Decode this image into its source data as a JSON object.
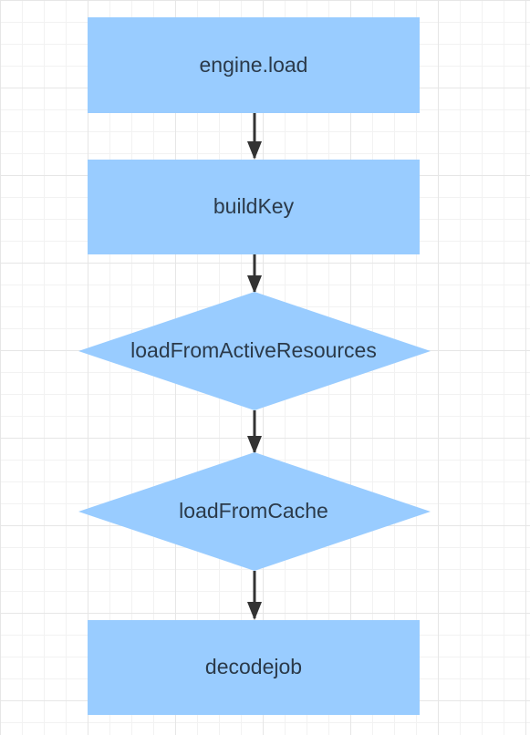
{
  "diagram": {
    "colors": {
      "node_fill": "#99ccff",
      "connector": "#333333"
    },
    "nodes": [
      {
        "id": "engine_load",
        "label": "engine.load",
        "shape": "rectangle"
      },
      {
        "id": "build_key",
        "label": "buildKey",
        "shape": "rectangle"
      },
      {
        "id": "load_active",
        "label": "loadFromActiveResources",
        "shape": "diamond"
      },
      {
        "id": "load_cache",
        "label": "loadFromCache",
        "shape": "diamond"
      },
      {
        "id": "decode_job",
        "label": "decodejob",
        "shape": "rectangle"
      }
    ],
    "edges": [
      {
        "from": "engine_load",
        "to": "build_key"
      },
      {
        "from": "build_key",
        "to": "load_active"
      },
      {
        "from": "load_active",
        "to": "load_cache"
      },
      {
        "from": "load_cache",
        "to": "decode_job"
      }
    ]
  }
}
